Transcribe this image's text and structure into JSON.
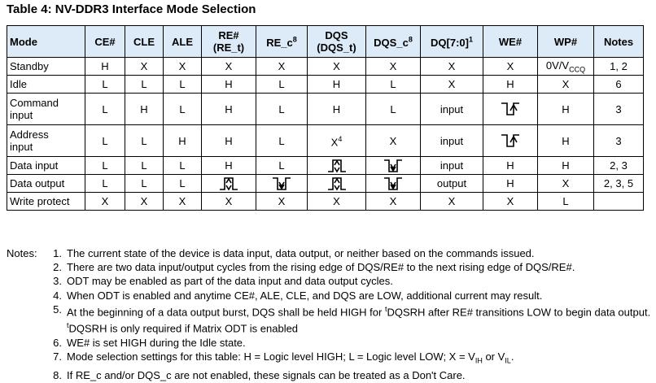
{
  "title": "Table 4: NV-DDR3 Interface Mode Selection",
  "headers": [
    "Mode",
    "CE#",
    "CLE",
    "ALE",
    "RE#\n(RE_t)",
    "RE_c8",
    "DQS\n(DQS_t)",
    "DQS_c8",
    "DQ[7:0]1",
    "WE#",
    "WP#",
    "Notes"
  ],
  "rows": [
    {
      "mode": "Standby",
      "ce": "H",
      "cle": "X",
      "ale": "X",
      "re": "X",
      "rec": "X",
      "dqs": "X",
      "dqsc": "X",
      "dq": "X",
      "we": "X",
      "wp": "0V/VCCQ",
      "notes": "1, 2"
    },
    {
      "mode": "Idle",
      "ce": "L",
      "cle": "L",
      "ale": "L",
      "re": "H",
      "rec": "L",
      "dqs": "H",
      "dqsc": "L",
      "dq": "X",
      "we": "H",
      "wp": "X",
      "notes": "6"
    },
    {
      "mode": "Command input",
      "ce": "L",
      "cle": "H",
      "ale": "L",
      "re": "H",
      "rec": "L",
      "dqs": "H",
      "dqsc": "L",
      "dq": "input",
      "we": "rising-edge",
      "wp": "H",
      "notes": "3"
    },
    {
      "mode": "Address input",
      "ce": "L",
      "cle": "L",
      "ale": "H",
      "re": "H",
      "rec": "L",
      "dqs": "X4",
      "dqsc": "X",
      "dq": "input",
      "we": "rising-edge",
      "wp": "H",
      "notes": "3"
    },
    {
      "mode": "Data input",
      "ce": "L",
      "cle": "L",
      "ale": "L",
      "re": "H",
      "rec": "L",
      "dqs": "toggle-up",
      "dqsc": "toggle-down",
      "dq": "input",
      "we": "H",
      "wp": "H",
      "notes": "2, 3"
    },
    {
      "mode": "Data output",
      "ce": "L",
      "cle": "L",
      "ale": "L",
      "re": "toggle-up",
      "rec": "toggle-down",
      "dqs": "toggle-up",
      "dqsc": "toggle-down",
      "dq": "output",
      "we": "H",
      "wp": "X",
      "notes": "2, 3, 5"
    },
    {
      "mode": "Write protect",
      "ce": "X",
      "cle": "X",
      "ale": "X",
      "re": "X",
      "rec": "X",
      "dqs": "X",
      "dqsc": "X",
      "dq": "X",
      "we": "X",
      "wp": "L",
      "notes": ""
    }
  ],
  "notes_label": "Notes:",
  "notes": [
    "1. The current state of the device is data input, data output, or neither based on the commands issued.",
    "2. There are two data input/output cycles from the rising edge of DQS/RE# to the next rising edge of DQS/RE#.",
    "3. ODT may be enabled as part of the data input and data output cycles.",
    "4. When ODT is enabled and anytime CE#, ALE, CLE, and DQS are LOW, additional current may result.",
    "5. At the beginning of a data output burst, DQS shall be held HIGH for tDQSRH after RE# transitions LOW to begin data output. tDQSRH is only required if Matrix ODT is enabled",
    "6. WE# is set HIGH during the Idle state.",
    "7. Mode selection settings for this table: H = Logic level HIGH; L = Logic level LOW; X = VIH or VIL.",
    "8. If RE_c and/or DQS_c are not enabled, these signals can be treated as a Don't Care."
  ],
  "colors": {
    "header_bg": "#ddeaf7"
  }
}
